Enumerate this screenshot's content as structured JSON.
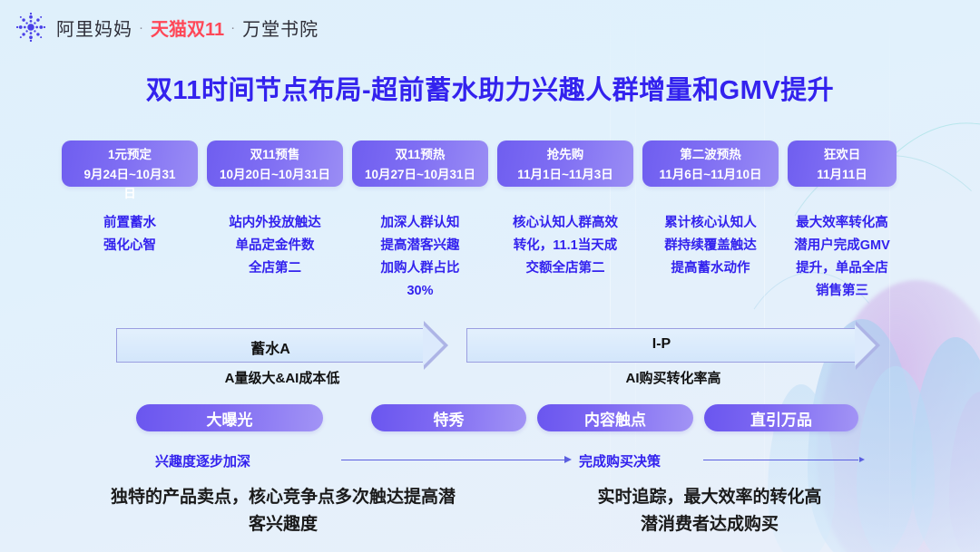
{
  "header": {
    "logo_icon": "alimama-starburst-icon",
    "brand": "阿里妈妈",
    "sep1": "·",
    "tmall": "天猫双11",
    "sep2": "·",
    "academy": "万堂书院"
  },
  "title": "双11时间节点布局-超前蓄水助力兴趣人群增量和GMV提升",
  "colors": {
    "accent_blue": "#3322EE",
    "chip_purple_start": "#6F5EF0",
    "chip_purple_end": "#9A8DF4",
    "tmall_red": "#FF4757",
    "page_bg": "#DFF0FB",
    "arrow_border": "#9A9EE0"
  },
  "columns": [
    {
      "chip_title": "1元预定",
      "chip_dates": "9月24日~10月31",
      "chip_overflow": "日",
      "desc": "前置蓄水\n强化心智"
    },
    {
      "chip_title": "双11预售",
      "chip_dates": "10月20日~10月31日",
      "chip_overflow": "",
      "desc": "站内外投放触达\n单品定金件数\n全店第二"
    },
    {
      "chip_title": "双11预热",
      "chip_dates": "10月27日~10月31日",
      "chip_overflow": "",
      "desc": "加深人群认知\n提高潜客兴趣\n加购人群占比\n30%"
    },
    {
      "chip_title": "抢先购",
      "chip_dates": "11月1日~11月3日",
      "chip_overflow": "",
      "desc": "核心认知人群高效\n转化，11.1当天成\n交额全店第二"
    },
    {
      "chip_title": "第二波预热",
      "chip_dates": "11月6日~11月10日",
      "chip_overflow": "",
      "desc": "累计核心认知人\n群持续覆盖触达\n提高蓄水动作"
    },
    {
      "chip_title": "狂欢日",
      "chip_dates": "11月11日",
      "chip_overflow": "",
      "desc": "最大效率转化高\n潜用户完成GMV\n提升，单品全店\n销售第三"
    }
  ],
  "phases": [
    {
      "label": "蓄水A",
      "sub": "A量级大&AI成本低"
    },
    {
      "label": "I-P",
      "sub": "AI购买转化率高"
    }
  ],
  "pills": [
    {
      "label": "大曝光"
    },
    {
      "label": "特秀"
    },
    {
      "label": "内容触点"
    },
    {
      "label": "直引万品"
    }
  ],
  "captions": [
    {
      "text": "兴趣度逐步加深"
    },
    {
      "text": "完成购买决策"
    }
  ],
  "footer": [
    {
      "text": "独特的产品卖点，核心竞争点多次触达提高潜\n客兴趣度"
    },
    {
      "text": "实时追踪，最大效率的转化高\n潜消费者达成购买"
    }
  ]
}
